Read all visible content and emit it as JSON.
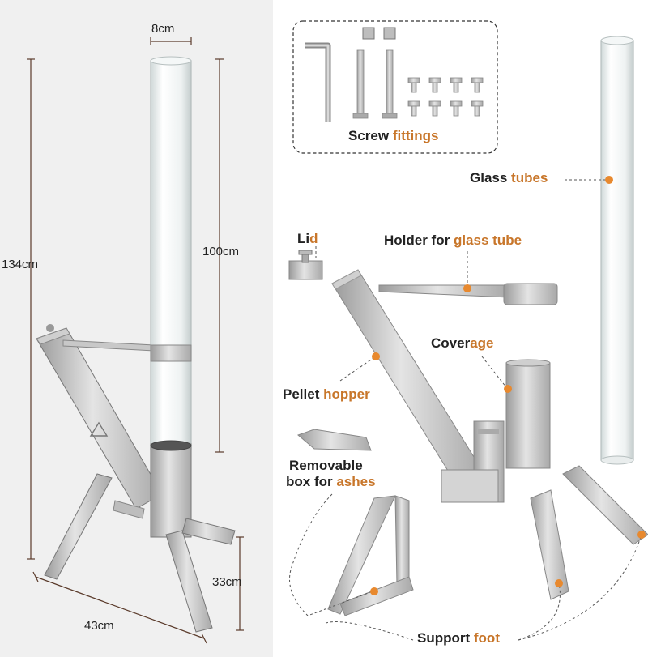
{
  "dimensions": {
    "width_top": "8cm",
    "height_total": "134cm",
    "height_tube": "100cm",
    "depth_foot": "33cm",
    "width_base": "43cm"
  },
  "labels": {
    "screw_fittings": {
      "a": "Screw ",
      "b": "fittings"
    },
    "glass_tubes": {
      "a": "Glass ",
      "b": "tubes"
    },
    "lid": {
      "a": "Li",
      "b": "d"
    },
    "holder": {
      "a": "Holder for ",
      "b": "glass tube"
    },
    "coverage": {
      "a": "Cover",
      "b": "age"
    },
    "pellet_hopper": {
      "a": "Pellet ",
      "b": "hopper"
    },
    "ash_box_line1": {
      "a": "Removable",
      "b": ""
    },
    "ash_box_line2": {
      "a": "box for ",
      "b": "ashes"
    },
    "support_foot": {
      "a": "Support ",
      "b": "foot"
    }
  },
  "colors": {
    "accent": "#c8762a",
    "dot": "#e8892e",
    "left_bg": "#f0f0f0",
    "dim_line": "#5a3a2a"
  },
  "icons": {
    "hot_warning": "HOT"
  }
}
